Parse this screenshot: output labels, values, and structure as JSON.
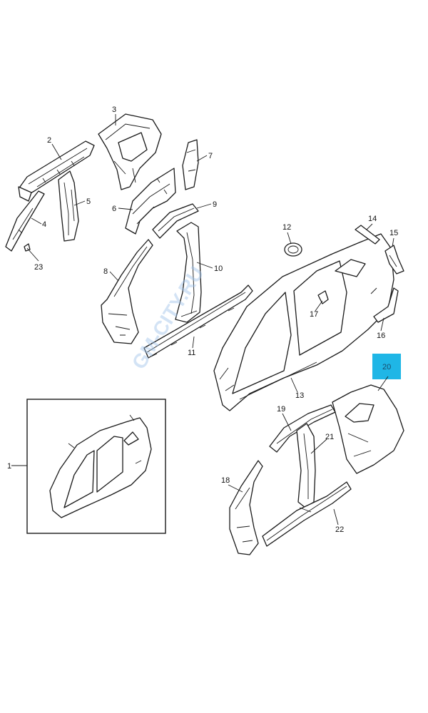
{
  "diagram": {
    "watermark": "GM-CITY.RU",
    "highlight_color": "#1fb6e6",
    "callouts": {
      "c1": "1",
      "c2": "2",
      "c3": "3",
      "c4": "4",
      "c5": "5",
      "c6": "6",
      "c7": "7",
      "c8": "8",
      "c9": "9",
      "c10": "10",
      "c11": "11",
      "c12": "12",
      "c13": "13",
      "c14": "14",
      "c15": "15",
      "c16": "16",
      "c17": "17",
      "c18": "18",
      "c19": "19",
      "c20": "20",
      "c21": "21",
      "c22": "22",
      "c23": "23"
    }
  }
}
